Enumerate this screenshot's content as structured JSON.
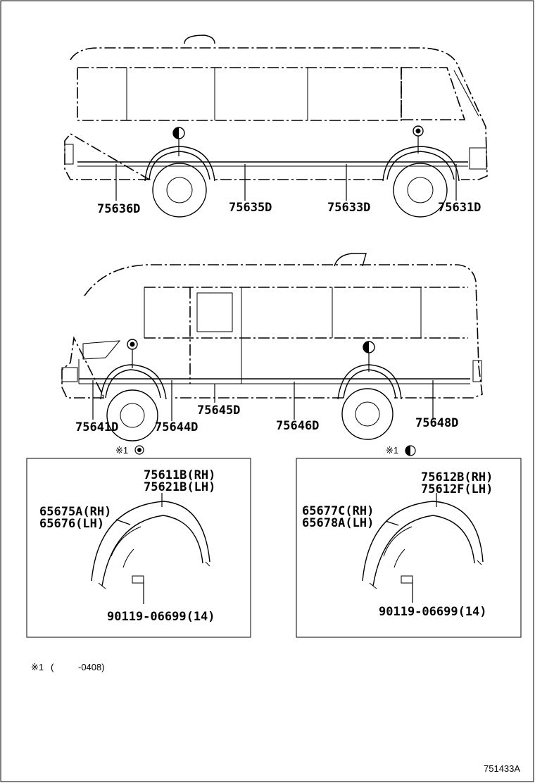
{
  "callouts": {
    "upper_bus": [
      "75636D",
      "75635D",
      "75633D",
      "75631D"
    ],
    "lower_bus": [
      "75641D",
      "75644D",
      "75645D",
      "75646D",
      "75648D"
    ]
  },
  "detail_front": {
    "marker": "※1",
    "molding_rh": "75611B(RH)",
    "molding_lh": "75621B(LH)",
    "liner_rh": "65675A(RH)",
    "liner_lh": "65676(LH)",
    "clip": "90119-06699(14)"
  },
  "detail_rear": {
    "marker": "※1",
    "molding_rh": "75612B(RH)",
    "molding_lh": "75612F(LH)",
    "liner_rh": "65677C(RH)",
    "liner_lh": "65678A(LH)",
    "clip": "90119-06699(14)"
  },
  "footnote": {
    "marker": "※1",
    "open_paren": "(",
    "range": "-0408)"
  },
  "diagram_id": "751433A"
}
